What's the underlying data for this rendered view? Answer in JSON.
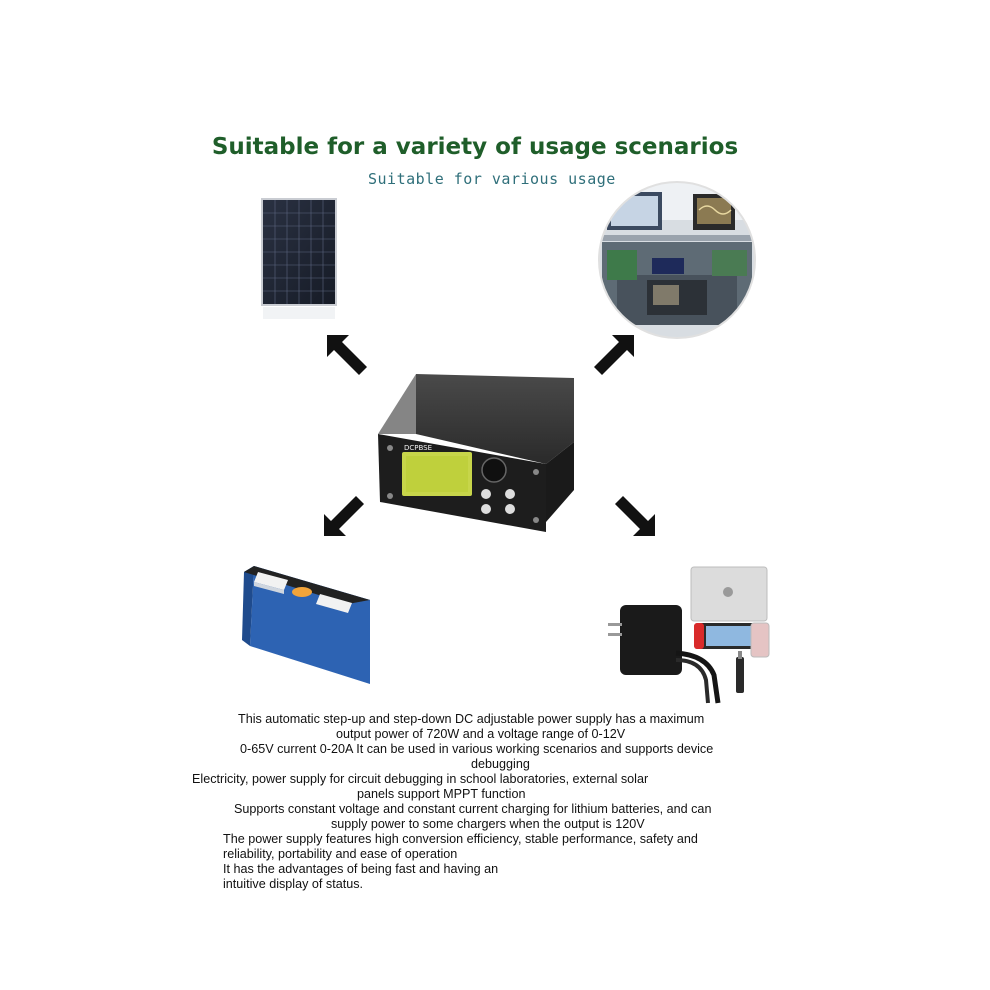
{
  "title": "Suitable for a variety of usage scenarios",
  "subtitle": "Suitable for various usage",
  "device": {
    "brand": "DCPBSE"
  },
  "description_lines": [
    "This automatic step-up and step-down DC adjustable power supply has a maximum",
    "output power of 720W and a voltage range of 0-12V",
    "0-65V current 0-20A It can be used in various working scenarios and supports device",
    "debugging",
    "Electricity, power supply for circuit debugging in school laboratories, external solar",
    "panels support MPPT function",
    "Supports constant voltage and constant current charging for lithium batteries, and can",
    "supply power to some chargers when the output is 120V",
    "The power supply features high conversion efficiency, stable performance, safety and",
    "reliability, portability and ease of operation",
    "It has the advantages of being fast and having an",
    "intuitive display of status."
  ],
  "colors": {
    "title": "#1f5e2a",
    "subtitle": "#2f6f7a"
  }
}
